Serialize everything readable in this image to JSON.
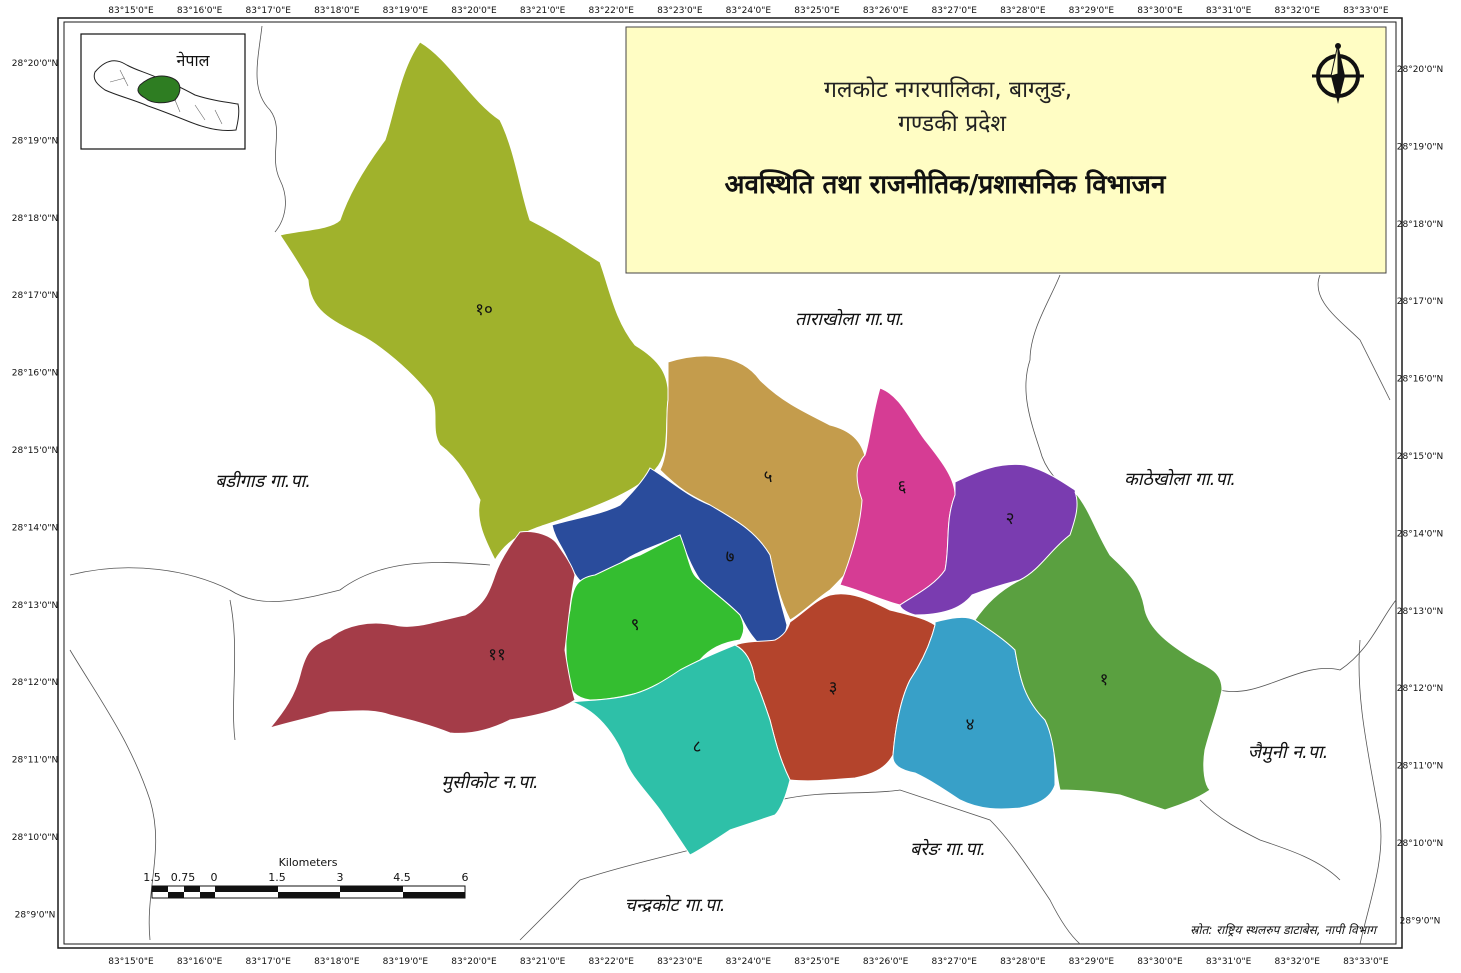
{
  "title": {
    "line1": "गलकोट नगरपालिका, बाग्लुङ,",
    "line2": "गण्डकी प्रदेश",
    "line3": "अवस्थिति तथा राजनीतिक/प्रशासनिक विभाजन"
  },
  "inset": {
    "label": "नेपाल"
  },
  "graticule": {
    "top_lon": [
      "83°15'0\"E",
      "83°16'0\"E",
      "83°17'0\"E",
      "83°18'0\"E",
      "83°19'0\"E",
      "83°20'0\"E",
      "83°21'0\"E",
      "83°22'0\"E",
      "83°23'0\"E",
      "83°24'0\"E",
      "83°25'0\"E",
      "83°26'0\"E",
      "83°27'0\"E",
      "83°28'0\"E",
      "83°29'0\"E",
      "83°30'0\"E",
      "83°31'0\"E",
      "83°32'0\"E",
      "83°33'0\"E"
    ],
    "bottom_lon": [
      "83°15'0\"E",
      "83°16'0\"E",
      "83°17'0\"E",
      "83°18'0\"E",
      "83°19'0\"E",
      "83°20'0\"E",
      "83°21'0\"E",
      "83°22'0\"E",
      "83°23'0\"E",
      "83°24'0\"E",
      "83°25'0\"E",
      "83°26'0\"E",
      "83°27'0\"E",
      "83°28'0\"E",
      "83°29'0\"E",
      "83°30'0\"E",
      "83°31'0\"E",
      "83°32'0\"E",
      "83°33'0\"E"
    ],
    "left_lat": [
      "28°20'0\"N",
      "28°19'0\"N",
      "28°18'0\"N",
      "28°17'0\"N",
      "28°16'0\"N",
      "28°15'0\"N",
      "28°14'0\"N",
      "28°13'0\"N",
      "28°12'0\"N",
      "28°11'0\"N",
      "28°10'0\"N",
      "28°9'0\"N"
    ],
    "right_lat": [
      "28°20'0\"N",
      "28°19'0\"N",
      "28°18'0\"N",
      "28°17'0\"N",
      "28°16'0\"N",
      "28°15'0\"N",
      "28°14'0\"N",
      "28°13'0\"N",
      "28°12'0\"N",
      "28°11'0\"N",
      "28°10'0\"N",
      "28°9'0\"N"
    ]
  },
  "wards": [
    {
      "id": "w10",
      "label": "१०",
      "color": "#a0b22c"
    },
    {
      "id": "w5",
      "label": "५",
      "color": "#c49c4c"
    },
    {
      "id": "w6",
      "label": "६",
      "color": "#d63c94"
    },
    {
      "id": "w2",
      "label": "२",
      "color": "#7a3cb0"
    },
    {
      "id": "w7",
      "label": "७",
      "color": "#2a4c9c"
    },
    {
      "id": "w9",
      "label": "९",
      "color": "#34be30"
    },
    {
      "id": "w11",
      "label": "११",
      "color": "#a43c48"
    },
    {
      "id": "w3",
      "label": "३",
      "color": "#b4442c"
    },
    {
      "id": "w4",
      "label": "४",
      "color": "#38a0c8"
    },
    {
      "id": "w1",
      "label": "१",
      "color": "#5aa040"
    },
    {
      "id": "w8",
      "label": "८",
      "color": "#2ec0a8"
    }
  ],
  "neighbors": {
    "tarakhola": "ताराखोला गा.पा.",
    "badigad": "बडीगाड गा.पा.",
    "kathekhola": "काठेखोला गा.पा.",
    "jaimuni": "जैमुनी न.पा.",
    "musikot": "मुसीकोट न.पा.",
    "bareng": "बरेङ गा.पा.",
    "chandrakot": "चन्द्रकोट गा.पा."
  },
  "scale": {
    "unit": "Kilometers",
    "ticks": [
      "1.5",
      "0.75",
      "0",
      "1.5",
      "3",
      "4.5",
      "6"
    ]
  },
  "source": "स्रोत: राष्ट्रिय स्थलरुप डाटाबेस, नापी विभाग",
  "icon": "north-arrow-icon",
  "colors": {
    "title_box": "#fffdc4",
    "border": "#1a1a1a"
  }
}
